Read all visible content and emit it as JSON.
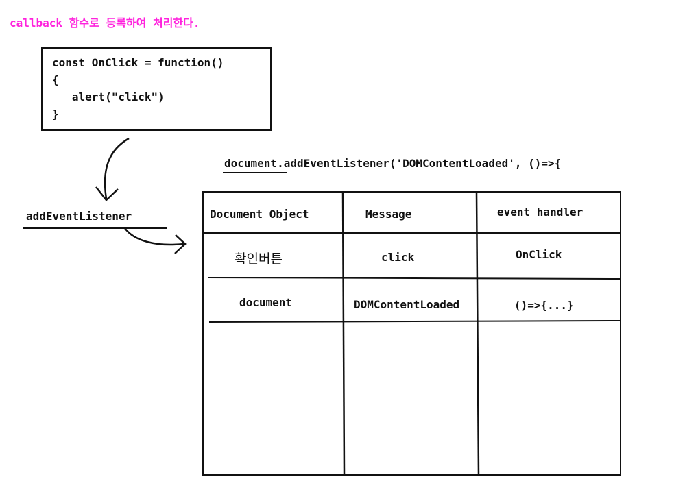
{
  "title": "callback 함수로 등록하여 처리한다.",
  "code": {
    "lines": [
      "const OnClick = function()",
      "{",
      "   alert(\"click\")",
      "}"
    ]
  },
  "add_event_listener_label": "addEventListener",
  "document_call": {
    "object": "document",
    "rest": ".addEventListener('DOMContentLoaded', ()=>{"
  },
  "table": {
    "headers": [
      "Document Object",
      "Message",
      "event handler"
    ],
    "rows": [
      [
        "확인버튼",
        "click",
        "OnClick"
      ],
      [
        "document",
        "DOMContentLoaded",
        "()=>{...}"
      ]
    ]
  },
  "colors": {
    "title": "#ff22dd",
    "ink": "#111111"
  }
}
